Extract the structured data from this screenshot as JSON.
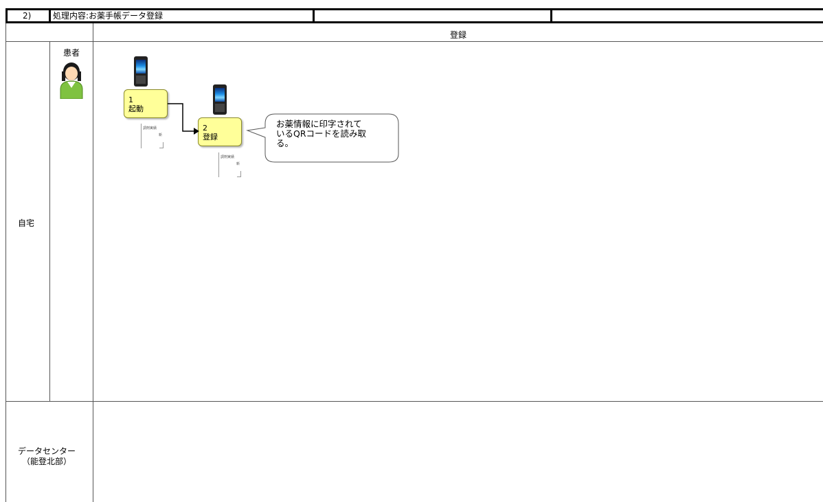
{
  "header": {
    "number": "2)",
    "title": "処理内容:お薬手帳データ登録"
  },
  "phase_label": "登録",
  "lanes": {
    "home": "自宅",
    "actor": "患者",
    "datacenter_line1": "データセンター",
    "datacenter_line2": "（能登北部）"
  },
  "steps": [
    {
      "number": "1",
      "label": "起動"
    },
    {
      "number": "2",
      "label": "登録"
    }
  ],
  "doc_label": "調剤実績",
  "doc_mark": "新",
  "phone_label": "携帯電話",
  "callout": {
    "line1": "お薬情報に印字されて",
    "line2": "いるQRコードを読み取",
    "line3": "る。"
  }
}
